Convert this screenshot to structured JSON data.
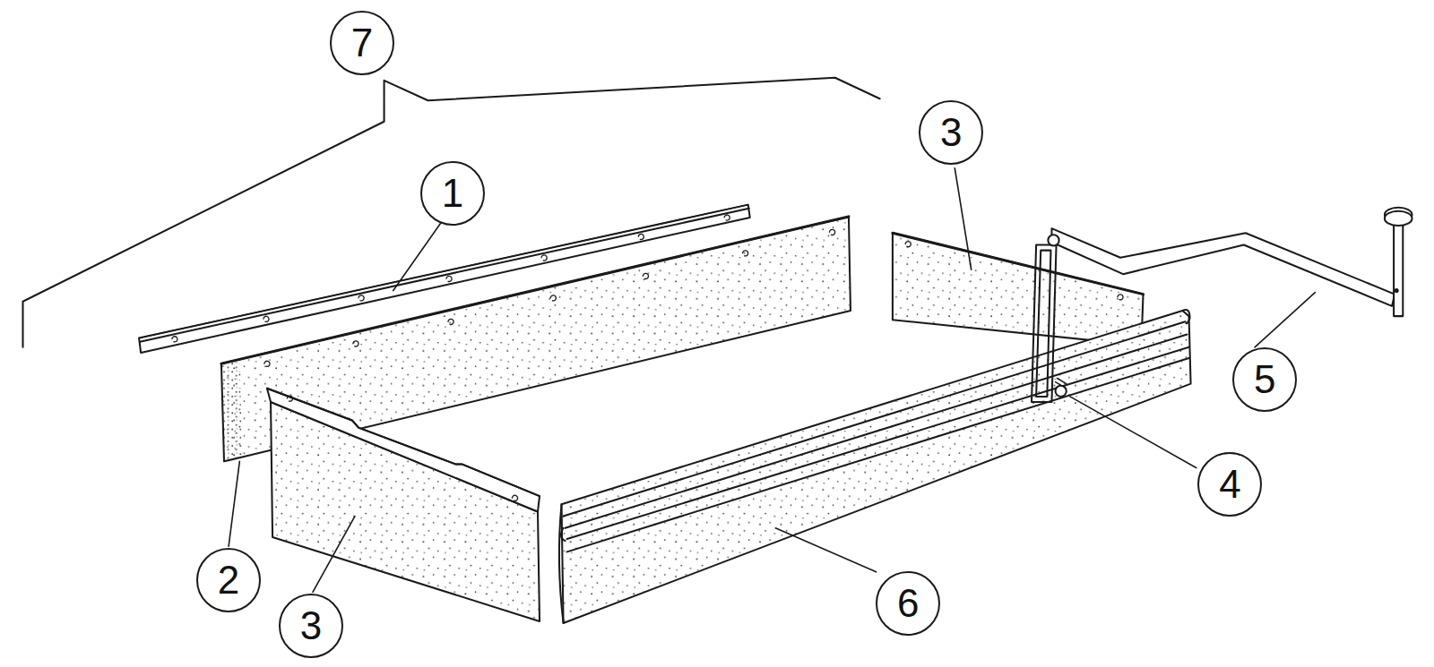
{
  "diagram": {
    "nodes": [
      {
        "text": [
          "7"
        ]
      },
      {
        "text": [
          "3"
        ]
      },
      {
        "text": [
          "1"
        ]
      },
      {
        "text": [
          "5"
        ]
      },
      {
        "text": [
          "4"
        ]
      },
      {
        "text": [
          "2"
        ]
      },
      {
        "text": [
          "6"
        ]
      },
      {
        "text": [
          "3"
        ]
      }
    ]
  }
}
